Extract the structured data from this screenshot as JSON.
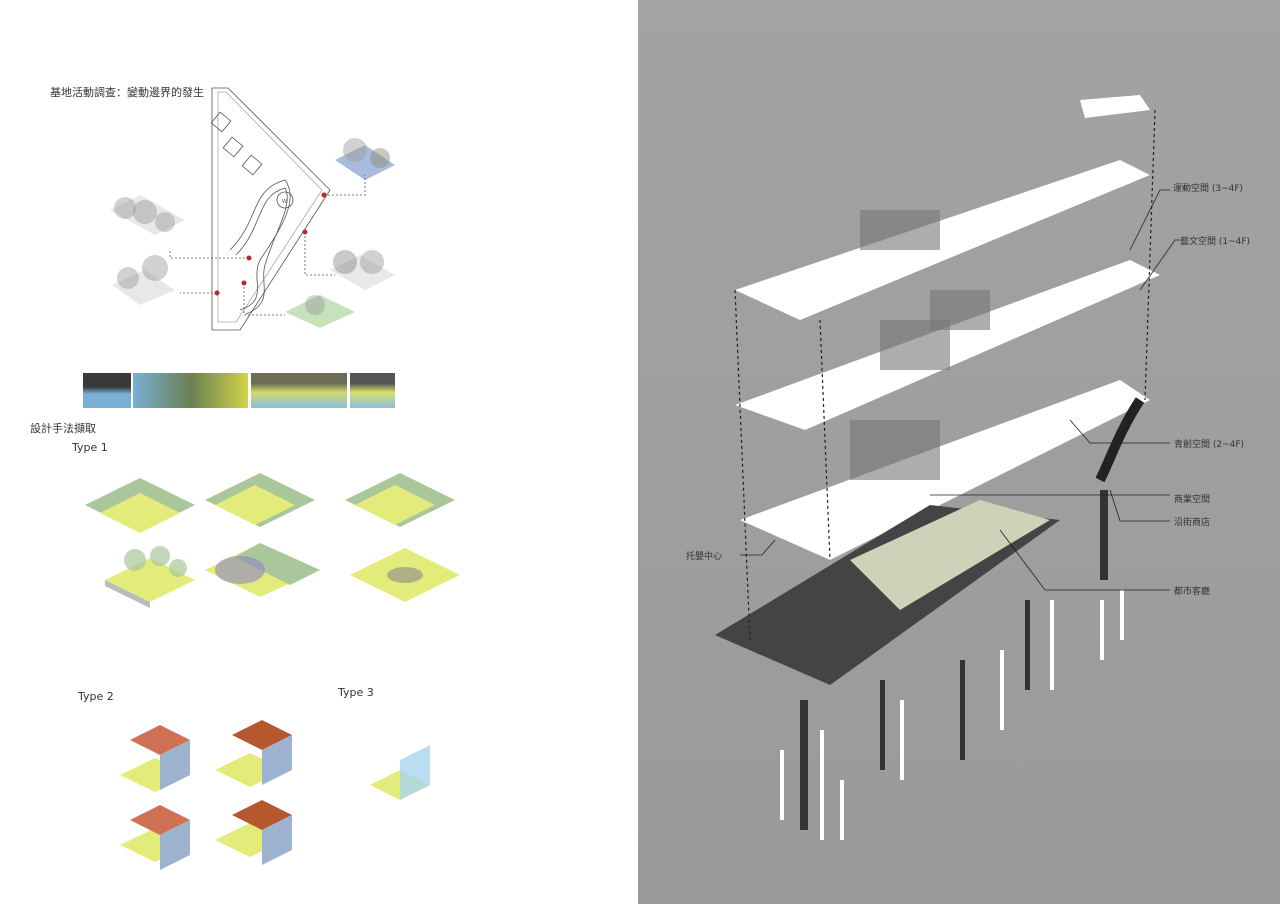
{
  "left": {
    "survey_title": "基地活動調查：變動邊界的發生",
    "method_title": "設計手法擷取",
    "type1": "Type 1",
    "type2": "Type 2",
    "type3": "Type 3",
    "park_marker": "W"
  },
  "right": {
    "labels": {
      "sports": "運動空間 (3~4F)",
      "arts": "藝文空間 (1~4F)",
      "youth": "青創空間 (2~4F)",
      "commercial": "商業空間",
      "street_shops": "沿街商店",
      "nursery": "托嬰中心",
      "urban_living_room": "都市客廳"
    }
  },
  "colors": {
    "panel_gray": "#9e9e9e",
    "yellow_ground": "#e3ec7a",
    "green_ground": "#a9c79a",
    "roof_red": "#d07055",
    "annotation_blue": "#6f7fa8",
    "marker_red": "#c0282d"
  }
}
